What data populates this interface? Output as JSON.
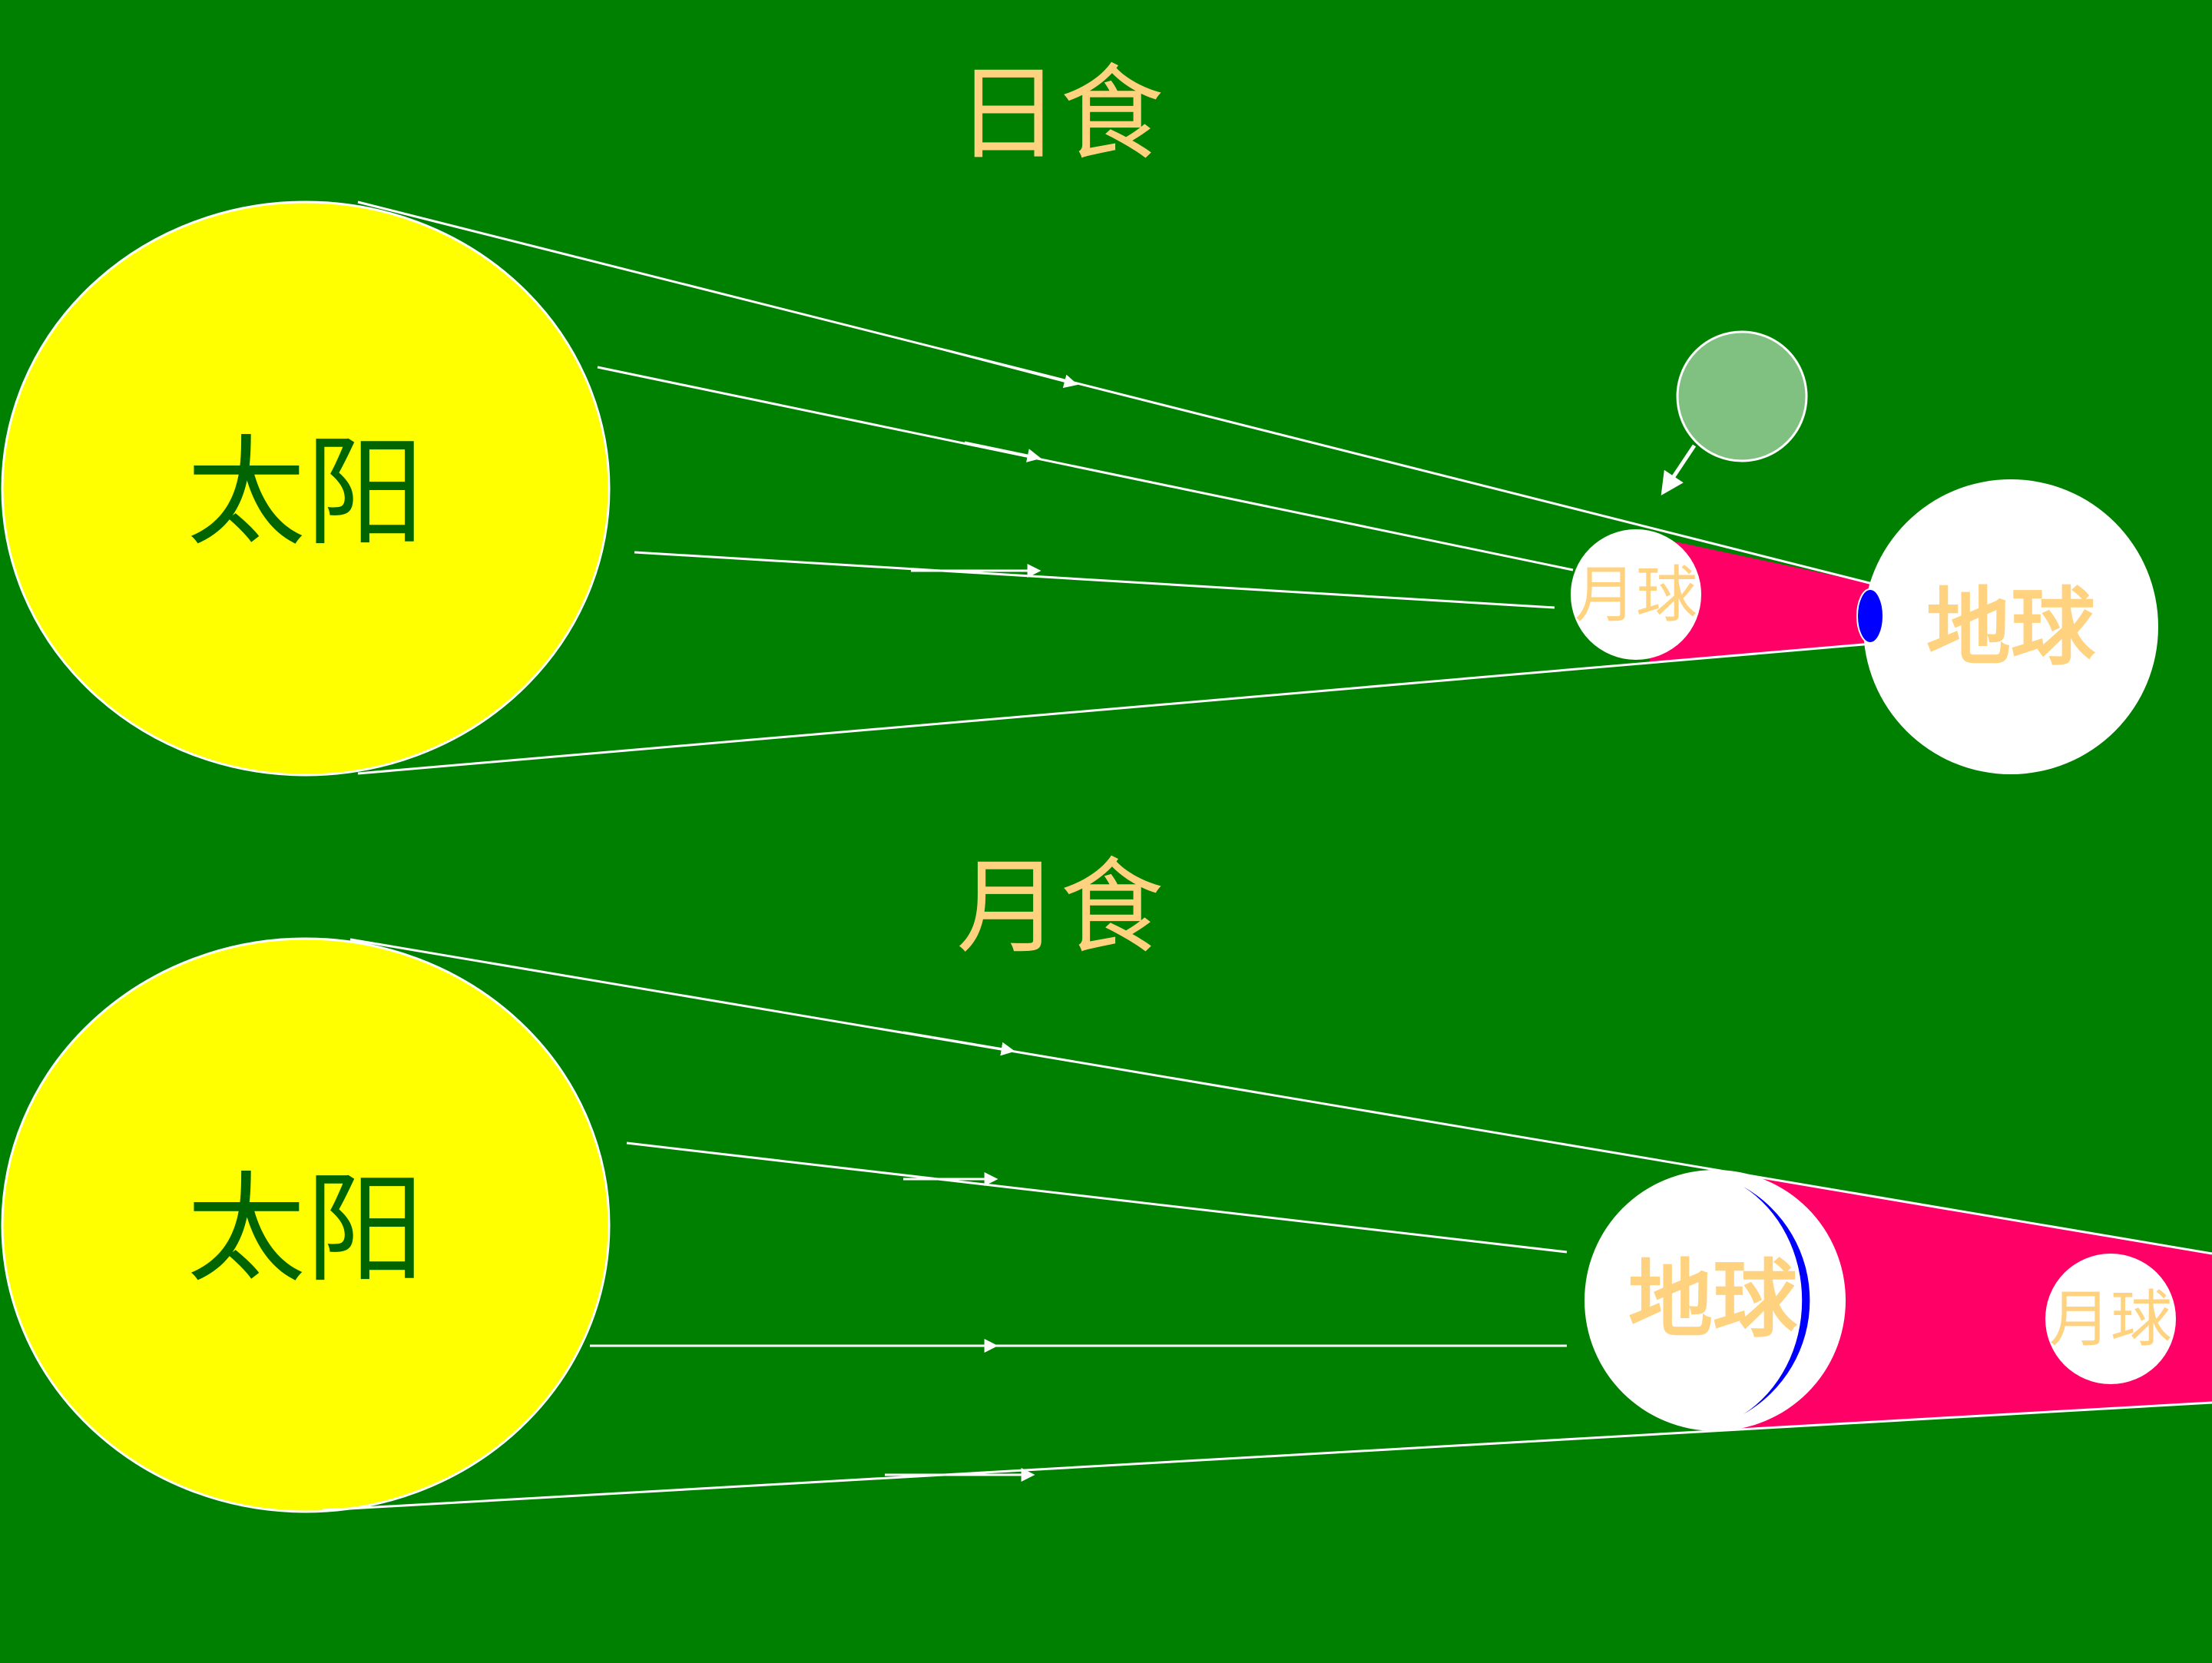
{
  "colors": {
    "background": "#008000",
    "sun": "#ffff00",
    "body": "#ffffff",
    "shadow": "#ff0066",
    "umbra": "#0000ff",
    "ghost_moon": "#80c080",
    "title_text": "#ffd27f",
    "sun_text": "#006400",
    "ray": "#ffffff"
  },
  "solar_eclipse": {
    "title": "日食",
    "sun_label": "太阳",
    "moon_label": "月球",
    "earth_label": "地球"
  },
  "lunar_eclipse": {
    "title": "月食",
    "sun_label": "太阳",
    "earth_label": "地球",
    "moon_label": "月球"
  }
}
